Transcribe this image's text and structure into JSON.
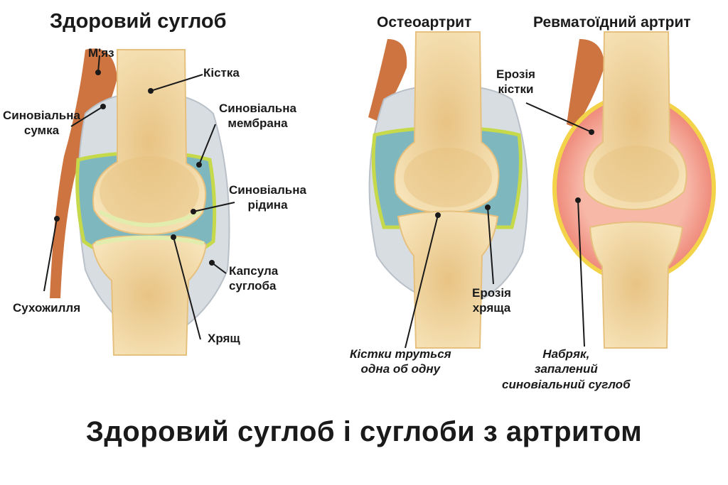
{
  "titles": {
    "healthy": "Здоровий суглоб",
    "osteoarthritis": "Остеоартрит",
    "rheumatoid": "Ревматоїдний артрит"
  },
  "caption": "Здоровий суглоб і суглоби з артритом",
  "labels": {
    "muscle": "М'яз",
    "bursa_line1": "Синовіальна",
    "bursa_line2": "сумка",
    "bone": "Кістка",
    "membrane_line1": "Синовіальна",
    "membrane_line2": "мембрана",
    "fluid_line1": "Синовіальна",
    "fluid_line2": "рідина",
    "capsule_line1": "Капсула",
    "capsule_line2": "суглоба",
    "tendon": "Сухожилля",
    "cartilage": "Хрящ",
    "bone_erosion_line1": "Ерозія",
    "bone_erosion_line2": "кістки",
    "cartilage_erosion_line1": "Ерозія",
    "cartilage_erosion_line2": "хряща",
    "bones_rub_line1": "Кістки труться",
    "bones_rub_line2": "одна об одну",
    "swelling_line1": "Набряк,",
    "swelling_line2": "запалений",
    "swelling_line3": "синовіальний суглоб"
  },
  "colors": {
    "bone": "#f2d9a4",
    "bone_shade": "#e6c07e",
    "synovial_fluid": "#7fb7bf",
    "cartilage": "#e2edad",
    "membrane": "#c6d94a",
    "capsule": "#d8dde2",
    "muscle": "#c8652b",
    "inflamed": "#f08a80",
    "inflamed_rim": "#f3d34a"
  }
}
